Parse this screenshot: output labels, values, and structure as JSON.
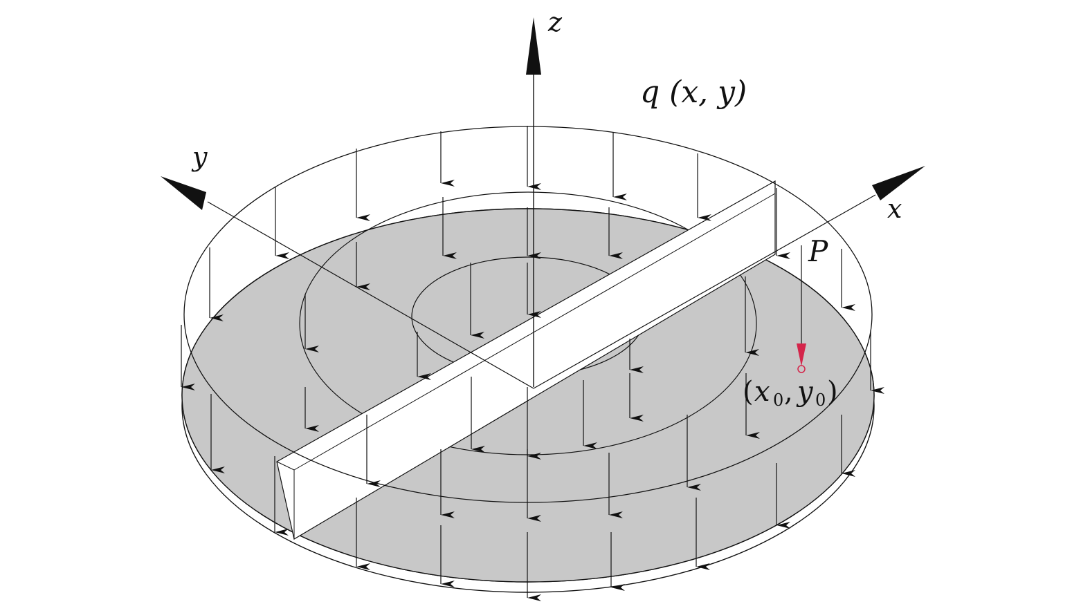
{
  "labels": {
    "z_axis": "z",
    "y_axis": "y",
    "x_axis": "x",
    "load": "q (x, y)",
    "point_force": "P",
    "point_coord_x": "x",
    "point_coord_x_sub": "0",
    "point_coord_y": "y",
    "point_coord_y_sub": "0"
  },
  "colors": {
    "surface": "#c8c8c8",
    "line": "#111111",
    "background": "#ffffff",
    "point_load": "#d4254a"
  }
}
